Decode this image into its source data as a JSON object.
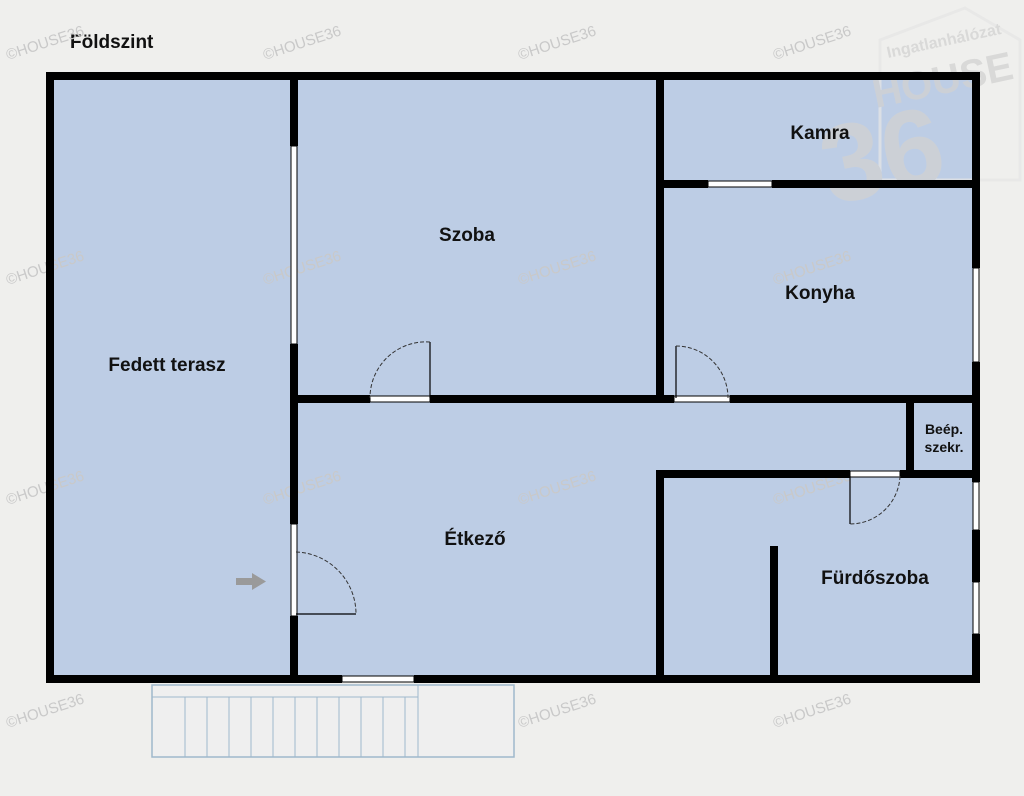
{
  "floor": {
    "title": "Földszint"
  },
  "rooms": {
    "fedett_terasz": "Fedett terasz",
    "szoba": "Szoba",
    "kamra": "Kamra",
    "konyha": "Konyha",
    "etkezo": "Étkező",
    "beep_szekr_line1": "Beép.",
    "beep_szekr_line2": "szekr.",
    "furdoszoba": "Fürdőszoba"
  },
  "watermark": {
    "text": "©HOUSE36",
    "stamp_line1": "Ingatlanhálózat",
    "stamp_line2": "HOUSE",
    "stamp_number": "36"
  },
  "colors": {
    "background": "#efefed",
    "floor_fill": "#bdcde5",
    "wall": "#000000",
    "stairs_fill": "#efefef",
    "stairs_stroke": "#9fb8cc",
    "arrow": "#9a9a9a",
    "watermark": "#c9c9c9"
  },
  "icons": {
    "entrance": "arrow-right-icon",
    "stairs": "stairs-icon"
  }
}
